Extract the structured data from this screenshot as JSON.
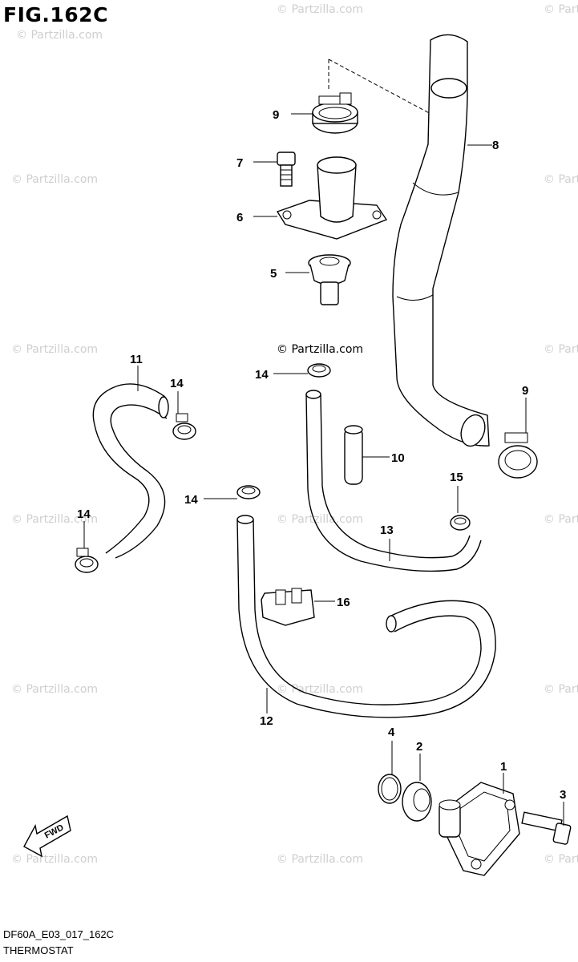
{
  "diagram": {
    "figure_title": "FIG.162C",
    "drawing_code": "DF60A_E03_017_162C",
    "section_name": "THERMOSTAT",
    "fwd_label": "FWD",
    "watermark_text": "© Partzilla.com",
    "callouts": {
      "c1": "1",
      "c2": "2",
      "c3": "3",
      "c4": "4",
      "c5": "5",
      "c6": "6",
      "c7": "7",
      "c8": "8",
      "c9a": "9",
      "c9b": "9",
      "c10": "10",
      "c11": "11",
      "c12": "12",
      "c13": "13",
      "c14a": "14",
      "c14b": "14",
      "c14c": "14",
      "c14d": "14",
      "c15": "15",
      "c16": "16"
    }
  }
}
